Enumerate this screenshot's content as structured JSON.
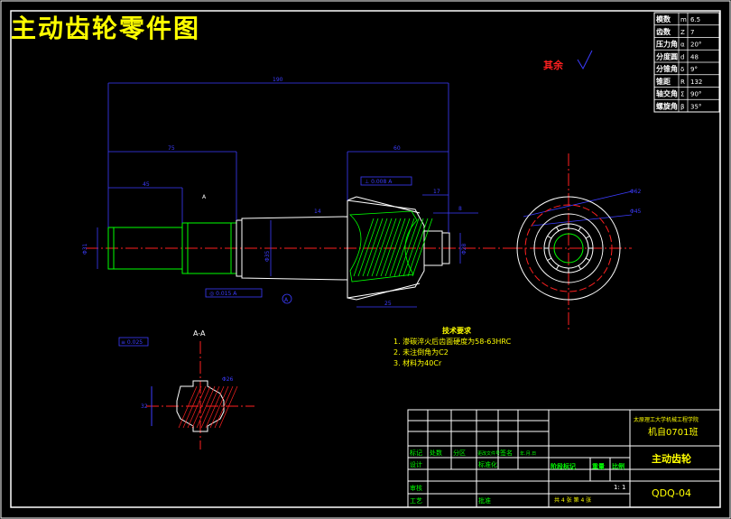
{
  "title": "主动齿轮零件图",
  "params_table": [
    {
      "name": "模数",
      "sym": "m",
      "val": "6.5"
    },
    {
      "name": "齿数",
      "sym": "Z",
      "val": "7"
    },
    {
      "name": "压力角",
      "sym": "α",
      "val": "20°"
    },
    {
      "name": "分度圆",
      "sym": "d",
      "val": "48"
    },
    {
      "name": "分锥角",
      "sym": "δ",
      "val": "9°"
    },
    {
      "name": "锥距",
      "sym": "R",
      "val": "132"
    },
    {
      "name": "轴交角",
      "sym": "Σ",
      "val": "90°"
    },
    {
      "name": "螺旋角",
      "sym": "β",
      "val": "35°"
    }
  ],
  "roughness_note": "其余",
  "dimensions": {
    "overall": "190",
    "d75": "75",
    "d45": "45",
    "d60": "60",
    "d17": "17",
    "d8": "8",
    "d25": "25",
    "d14": "14",
    "phi_left": "Φ31",
    "phi_mid": "Φ35",
    "phi_right": "Φ28",
    "phi62": "Φ62",
    "phi45": "Φ45",
    "phi26": "Φ26",
    "d32": "32",
    "section_mark": "A",
    "gd_top": "⊥ 0.008 A",
    "gd_mid": "◎ 0.015 A",
    "gd_section": "≡ 0.025"
  },
  "section_label": "A-A",
  "tech_req": {
    "heading": "技术要求",
    "items": [
      "1. 渗碳淬火后齿面硬度为58-63HRC",
      "2. 未注倒角为C2",
      "3. 材料为40Cr"
    ]
  },
  "title_block": {
    "school": "太原理工大学机械工程学院",
    "class": "机自0701班",
    "part_name": "主动齿轮",
    "drawing_no": "QDQ-04",
    "scale": "1: 1",
    "sheets": "共 4 张  第 4 张",
    "stage": "阶段标记",
    "weight": "重量",
    "ratio": "比例",
    "labels": [
      "标记",
      "处数",
      "分区",
      "更改文件号",
      "签名",
      "年.月.日",
      "设计",
      "标准化",
      "审核",
      "工艺",
      "批准"
    ]
  },
  "colors": {
    "border": "#ffffff",
    "dim": "#3c3cff",
    "part": "#ffffff",
    "center": "#ff2020",
    "hatch": "#00ff00",
    "text": "#ffff00",
    "tbl": "#00ff00"
  }
}
